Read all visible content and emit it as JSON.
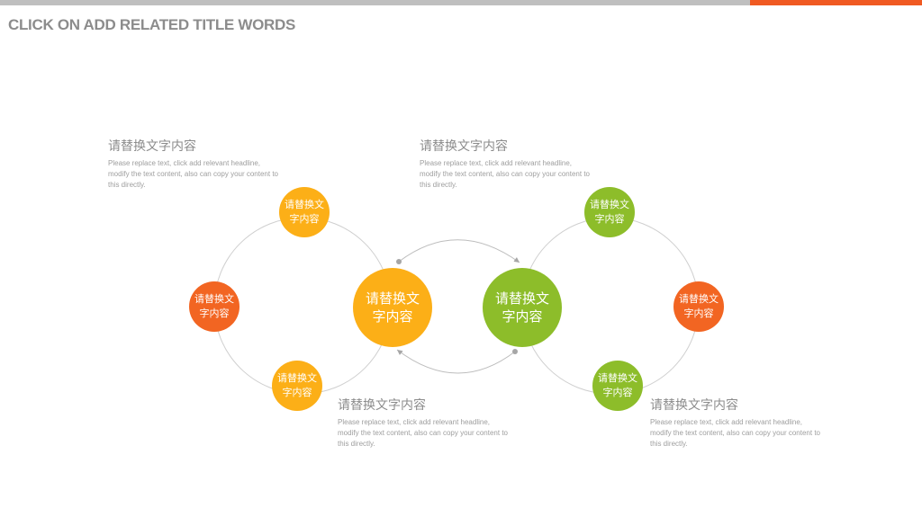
{
  "header": {
    "title": "CLICK ON ADD RELATED TITLE WORDS",
    "accent_color": "#f05a22",
    "bar_color": "#bfbfbf"
  },
  "colors": {
    "yellow": "#fcaf17",
    "orange": "#f26522",
    "green": "#8dbd2a"
  },
  "text_blocks": [
    {
      "heading": "请替换文字内容",
      "body": "Please replace text, click add relevant headline, modify the text content, also can copy your content to this directly."
    },
    {
      "heading": "请替换文字内容",
      "body": "Please replace text, click add relevant headline, modify the text content, also can copy your content to this directly."
    },
    {
      "heading": "请替换文字内容",
      "body": "Please replace text, click add relevant headline, modify the text content, also can copy your content to this directly."
    },
    {
      "heading": "请替换文字内容",
      "body": "Please replace text, click add relevant headline, modify the text content, also can copy your content to this directly."
    }
  ],
  "left_cycle": {
    "center": "请替换文字内容",
    "top": "请替换文字内容",
    "left": "请替换文字内容",
    "bottom": "请替换文字内容"
  },
  "right_cycle": {
    "center": "请替换文字内容",
    "top": "请替换文字内容",
    "right": "请替换文字内容",
    "bottom": "请替换文字内容"
  }
}
